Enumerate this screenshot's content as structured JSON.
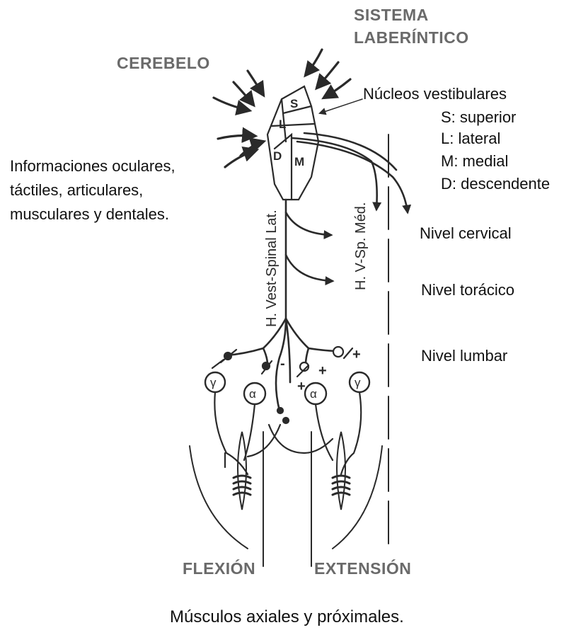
{
  "labels": {
    "sistema_line1": "SISTEMA",
    "sistema_line2": "LABERÍNTICO",
    "cerebelo": "CEREBELO",
    "nucleos_title": "Núcleos vestibulares",
    "nucleo_s": "S: superior",
    "nucleo_l": "L: lateral",
    "nucleo_m": "M: medial",
    "nucleo_d": "D: descendente",
    "info_line1": "Informaciones oculares,",
    "info_line2": "táctiles, articulares,",
    "info_line3": "musculares y dentales.",
    "nivel_cervical": "Nivel cervical",
    "nivel_toracico": "Nivel torácico",
    "nivel_lumbar": "Nivel lumbar",
    "flexion": "FLEXIÓN",
    "extension": "EXTENSIÓN",
    "musculos": "Músculos axiales y próximales.",
    "tract_lateral": "H. Vest-Spinal Lat.",
    "tract_medial": "H. V-Sp. Méd.",
    "nucleus_letters": {
      "s": "S",
      "l": "L",
      "d": "D",
      "m": "M"
    },
    "gamma": "γ",
    "alpha": "α",
    "plus": "+",
    "minus": "-"
  },
  "colors": {
    "ink": "#2a2a2a",
    "label_gray": "#6a6a6a"
  }
}
